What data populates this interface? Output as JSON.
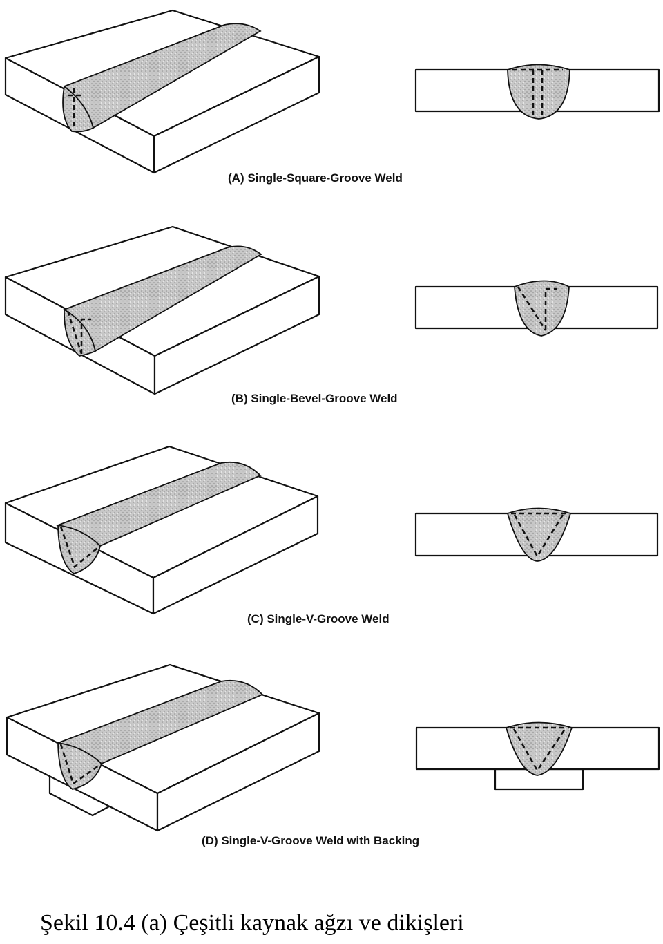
{
  "panels": [
    {
      "label": "(A) Single-Square-Groove Weld"
    },
    {
      "label": "(B) Single-Bevel-Groove Weld"
    },
    {
      "label": "(C) Single-V-Groove Weld"
    },
    {
      "label": "(D) Single-V-Groove Weld with Backing"
    }
  ],
  "caption": "Şekil 10.4 (a) Çeşitli  kaynak ağzı ve dikişleri"
}
